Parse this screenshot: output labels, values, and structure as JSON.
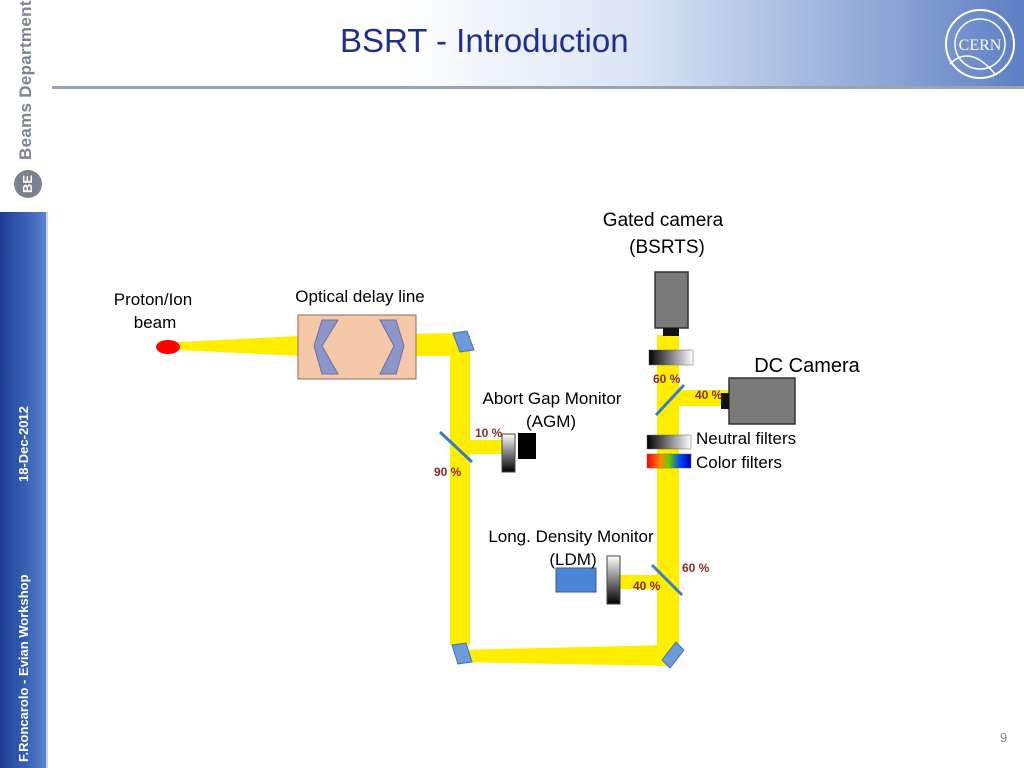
{
  "slide": {
    "title": "BSRT - Introduction",
    "page_number": "9"
  },
  "sidebar": {
    "department": "Beams Department",
    "badge": "BE",
    "author_event": "F.Roncarolo - Evian Workshop",
    "date": "18-Dec-2012"
  },
  "logo": {
    "text": "CERN"
  },
  "labels": {
    "beam_line1": "Proton/Ion",
    "beam_line2": "beam",
    "delay_line": "Optical delay line",
    "gated_line1": "Gated camera",
    "gated_line2": "(BSRTS)",
    "dc_camera": "DC Camera",
    "agm_line1": "Abort Gap Monitor",
    "agm_line2": "(AGM)",
    "neutral_filters": "Neutral filters",
    "color_filters": "Color filters",
    "ldm_line1": "Long. Density Monitor",
    "ldm_line2": "(LDM)"
  },
  "percentages": {
    "gated_split": "60 %",
    "dc_split": "40 %",
    "agm_split": "10 %",
    "main_split": "90 %",
    "ldm_pass": "60 %",
    "ldm_split": "40 %"
  },
  "colors": {
    "beam": "#ffee00",
    "title": "#1f2f8f",
    "sidebar": "#2a4ea3",
    "percent": "#8b2a2a",
    "source": "#ff0000",
    "ldm_box": "#4a86d4"
  }
}
